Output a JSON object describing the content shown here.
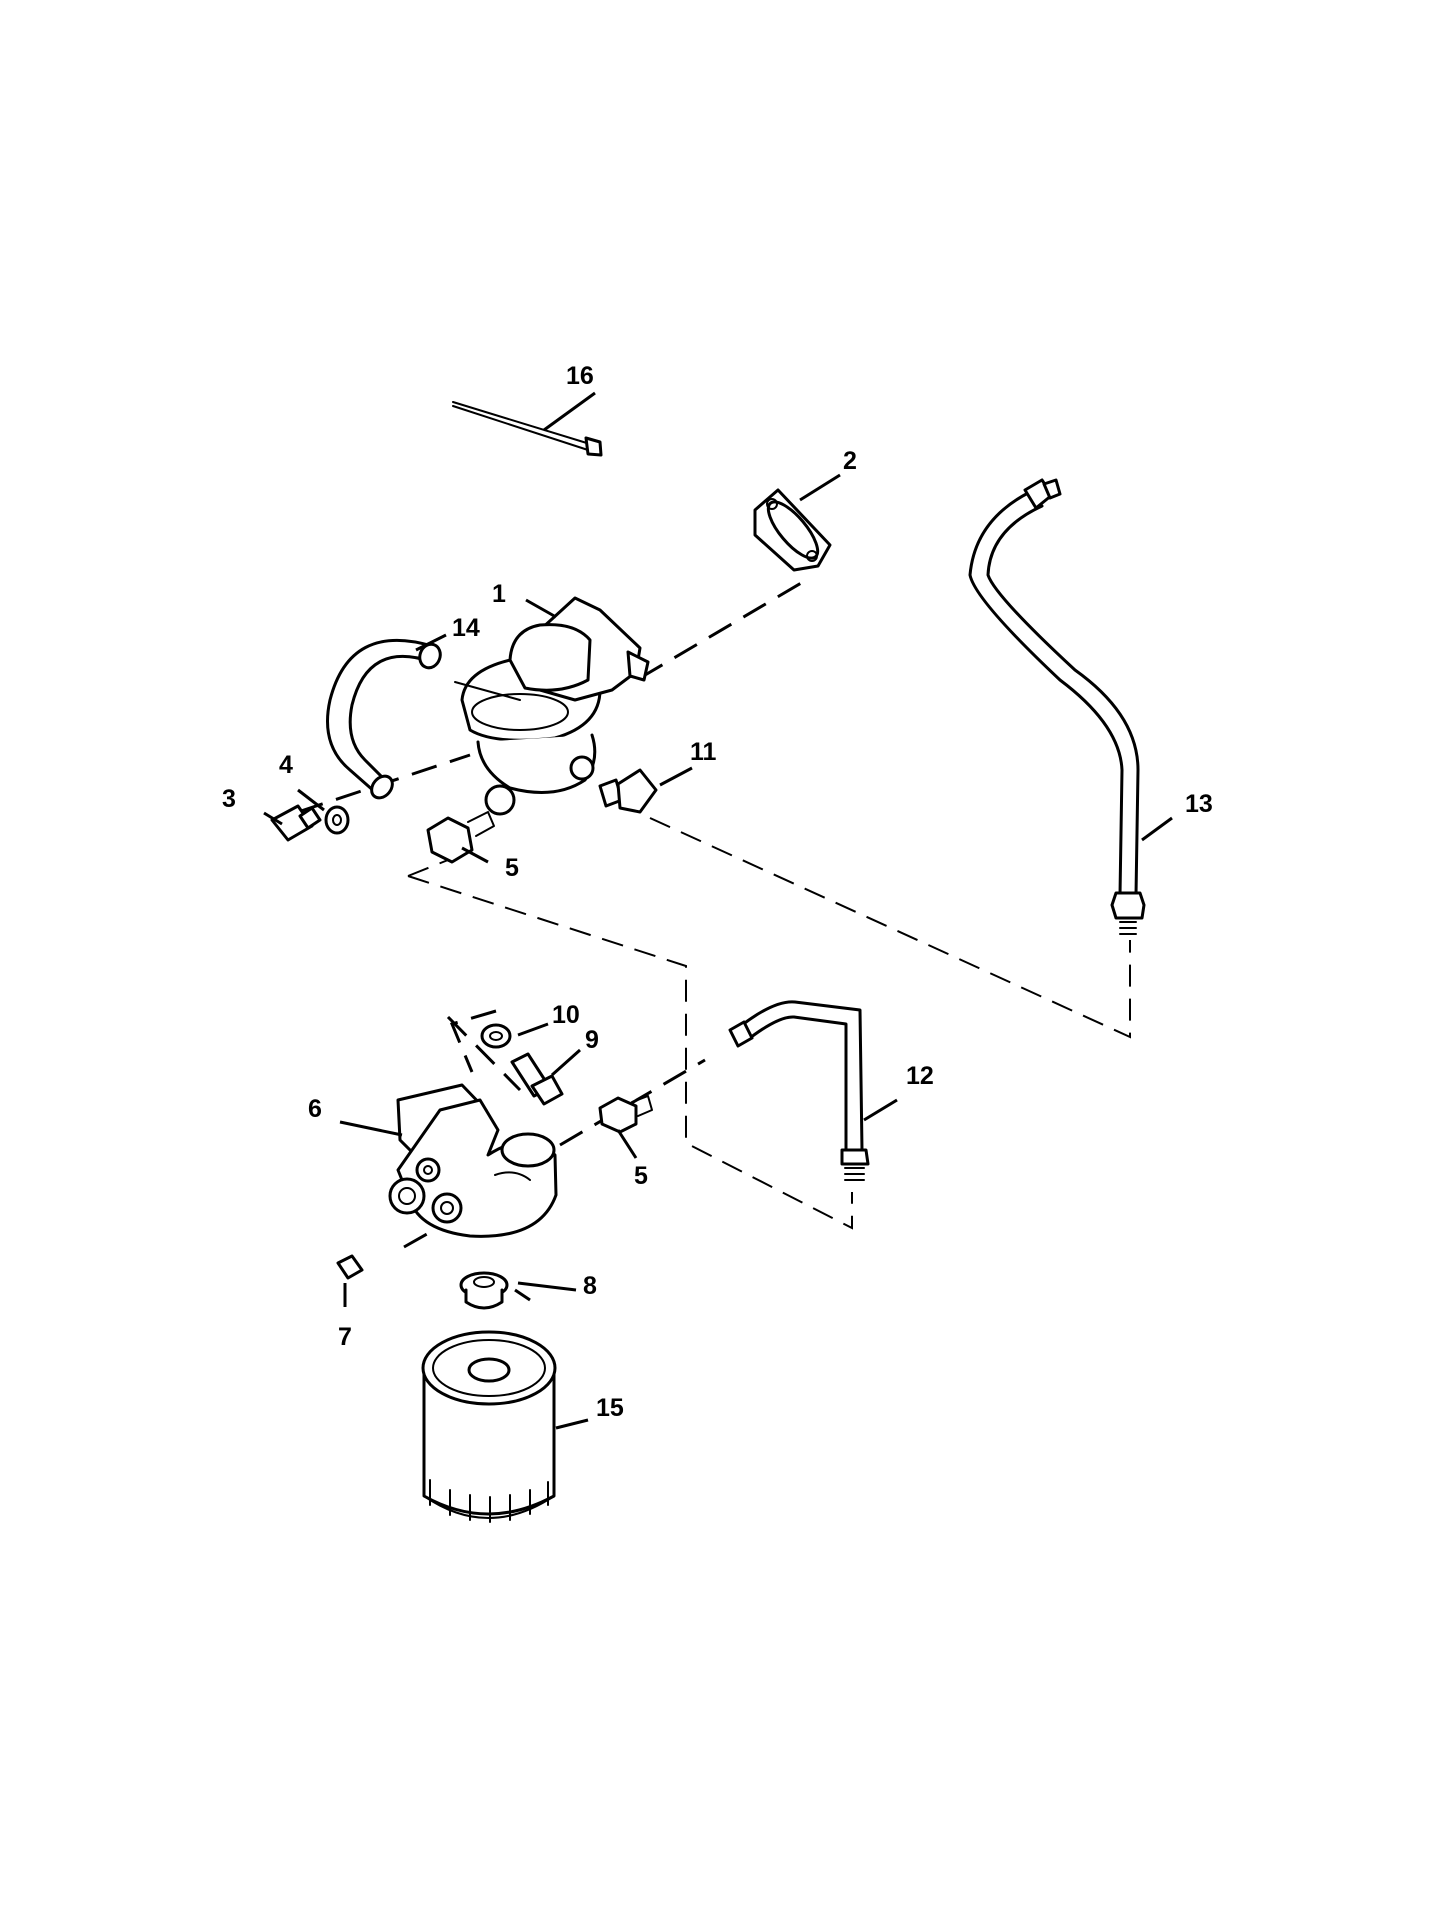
{
  "labels": {
    "l1": "1",
    "l2": "2",
    "l3": "3",
    "l4": "4",
    "l5a": "5",
    "l5b": "5",
    "l6": "6",
    "l7": "7",
    "l8": "8",
    "l9": "9",
    "l10": "10",
    "l11": "11",
    "l12": "12",
    "l13": "13",
    "l14": "14",
    "l15": "15",
    "l16": "16"
  },
  "colors": {
    "ink": "#000000",
    "paper": "#ffffff"
  }
}
